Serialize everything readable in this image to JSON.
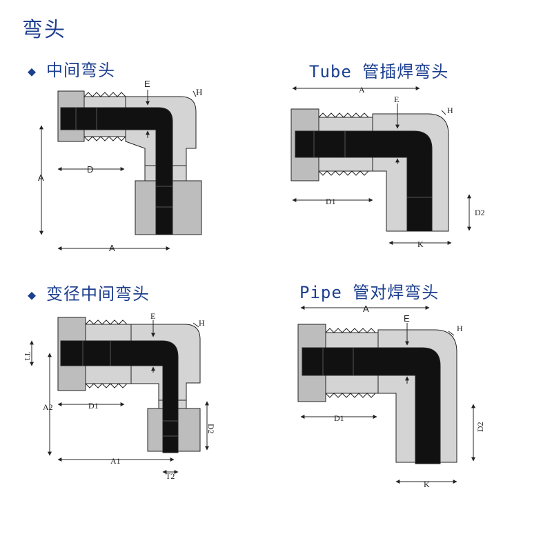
{
  "page": {
    "title": "弯头"
  },
  "sections": [
    {
      "marker": "◆",
      "title": "中间弯头",
      "labels": {
        "a_vertical": "A",
        "a_horizontal": "A",
        "d": "D",
        "e": "E",
        "h": "H"
      }
    },
    {
      "marker": "",
      "title": "Tube 管插焊弯头",
      "labels": {
        "a": "A",
        "d1": "D1",
        "d2": "D2",
        "e": "E",
        "h": "H",
        "k": "K"
      }
    },
    {
      "marker": "◆",
      "title": "变径中间弯头",
      "labels": {
        "t1": "T1",
        "a2": "A2",
        "d1": "D1",
        "a1": "A1",
        "d2": "D2",
        "e": "E",
        "h": "H",
        "t2": "T2"
      }
    },
    {
      "marker": "",
      "title": "Pipe 管对焊弯头",
      "labels": {
        "a": "A",
        "d1": "D1",
        "d2": "D2",
        "e": "E",
        "h": "H",
        "k": "K"
      }
    }
  ],
  "colors": {
    "heading": "#1c3f8f",
    "body_fill": "#d4d4d4",
    "nut_fill": "#bdbdbd",
    "tube_fill": "#111111",
    "line": "#222222"
  }
}
